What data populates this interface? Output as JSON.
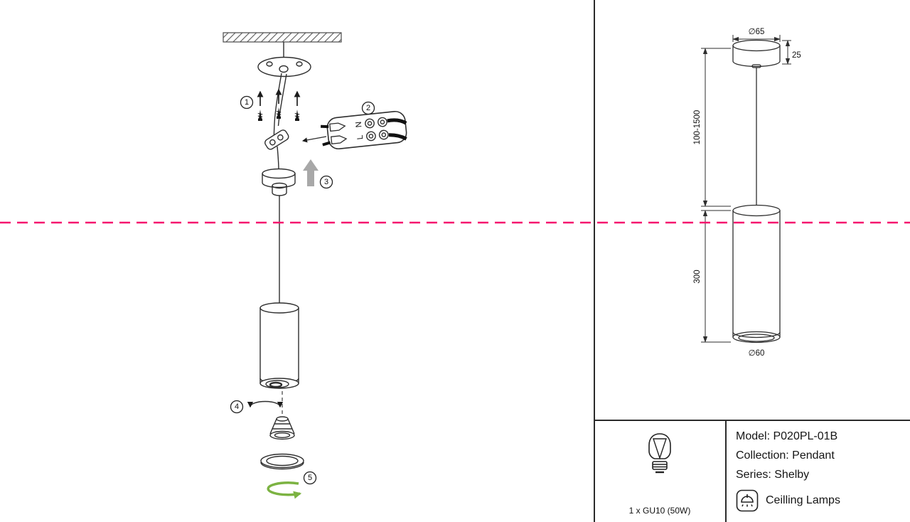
{
  "colors": {
    "line": "#2e2e2e",
    "cutline": "#f5146e",
    "arrow_gray": "#a8a8a8",
    "arrow_green": "#7cb342"
  },
  "diagram": {
    "steps": [
      "1",
      "2",
      "3",
      "4",
      "5"
    ],
    "terminal": {
      "neutral": "N",
      "live": "L"
    }
  },
  "dimensions": {
    "top_diameter": "∅65",
    "canopy_height": "25",
    "cable_length": "100-1500",
    "body_height": "300",
    "bottom_diameter": "∅60"
  },
  "spec": {
    "lamp": "1 x GU10 (50W)"
  },
  "info": {
    "model": "Model: P020PL-01B",
    "collection": "Collection: Pendant",
    "series": "Series: Shelby",
    "category": "Ceilling Lamps"
  },
  "icons": {
    "bulb": "gu10-bulb-icon",
    "category": "ceiling-lamp-icon"
  }
}
